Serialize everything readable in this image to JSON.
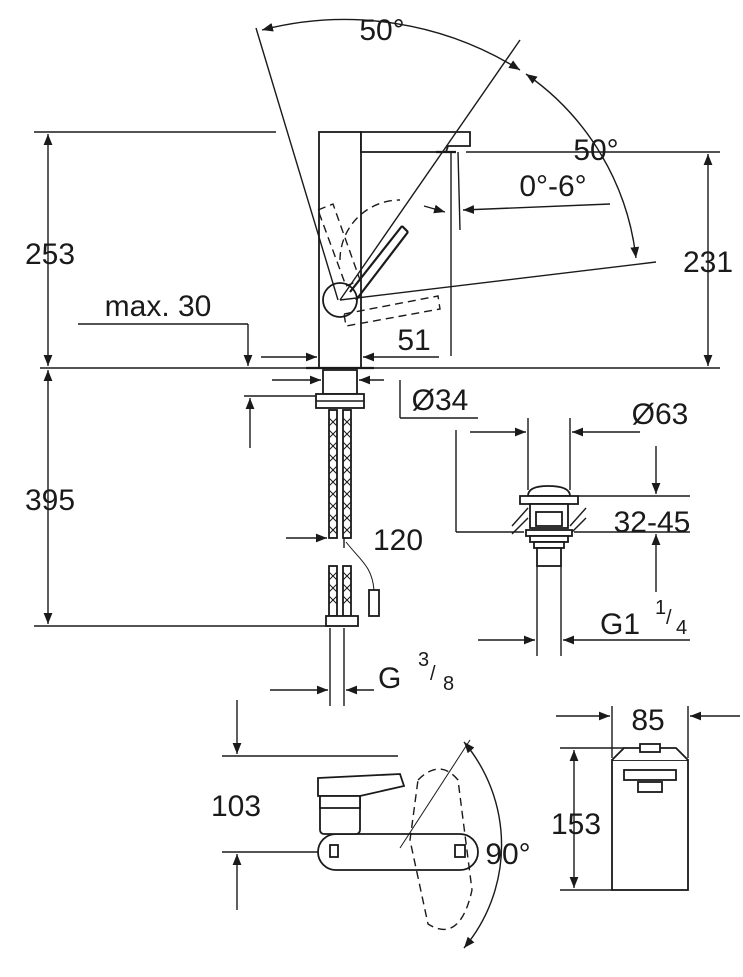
{
  "labels": {
    "angle_top": "50°",
    "angle_spout": "50°",
    "tilt_range": "0°-6°",
    "height_total": "253",
    "height_spout": "231",
    "max_thickness": "max. 30",
    "base_width": "51",
    "hole_diameter": "Ø34",
    "depth_below": "395",
    "hose_length": "120",
    "waste_diameter": "Ø63",
    "waste_range": "32-45",
    "waste_thread_main": "G1",
    "waste_thread_num": "1",
    "waste_thread_den": "4",
    "hose_thread_main": "G",
    "hose_thread_num": "3",
    "hose_thread_den": "8",
    "lever_height": "103",
    "lever_angle": "90°",
    "box_width": "85",
    "box_height": "153"
  }
}
